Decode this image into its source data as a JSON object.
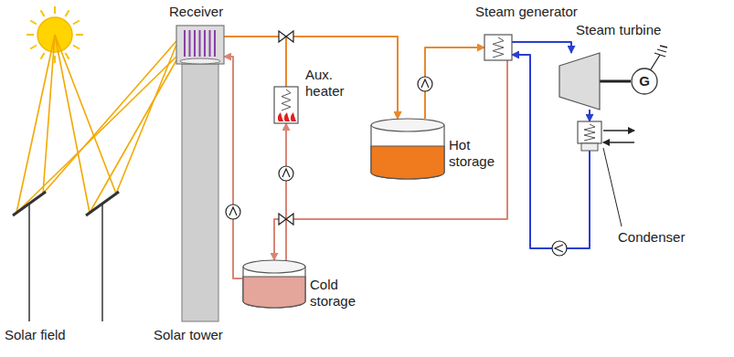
{
  "diagram": {
    "nodes": [
      {
        "text": [
          "Receiver"
        ]
      },
      {
        "text": [
          "Aux. heater"
        ]
      },
      {
        "text": [
          "Steam generator"
        ]
      },
      {
        "text": [
          "Steam turbine"
        ]
      },
      {
        "text": [
          "G"
        ]
      },
      {
        "text": [
          "Hot storage"
        ]
      },
      {
        "text": [
          "Condenser"
        ]
      },
      {
        "text": [
          "Cold storage"
        ]
      }
    ],
    "edges": [
      {
        "from": 0,
        "to": 5,
        "arrow": "to"
      },
      {
        "from": 1,
        "to": 5,
        "arrow": "to"
      },
      {
        "from": 5,
        "to": 2,
        "arrow": "to"
      },
      {
        "from": 2,
        "to": 7,
        "arrow": "to"
      },
      {
        "from": 7,
        "to": 0,
        "arrow": "to"
      },
      {
        "from": 7,
        "to": 1,
        "arrow": "to"
      },
      {
        "from": 2,
        "to": 3,
        "arrow": "to"
      },
      {
        "from": 3,
        "to": 6,
        "arrow": "to"
      },
      {
        "from": 6,
        "to": 2,
        "arrow": "to"
      },
      {
        "from": 3,
        "to": 4,
        "arrow": "none"
      }
    ],
    "labels": [
      "Solar field",
      "Solar tower"
    ]
  }
}
